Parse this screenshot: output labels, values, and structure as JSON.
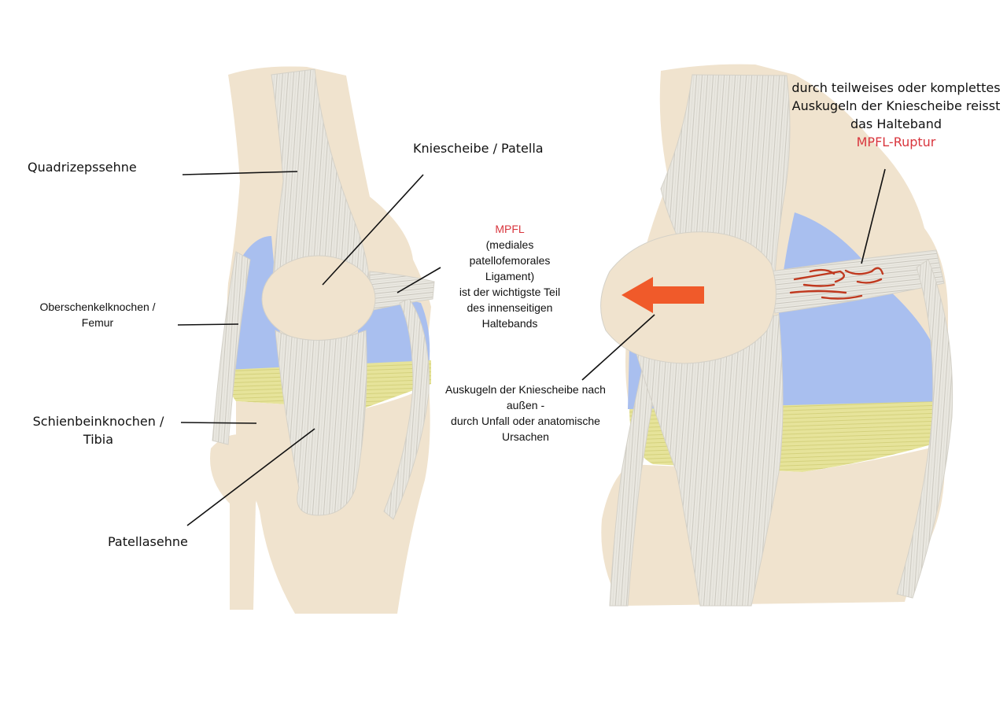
{
  "colors": {
    "bone": "#f0e3ce",
    "ligament": "#e8e6df",
    "fiber": "#c9c6bd",
    "cartilage": "#a9bfef",
    "meniscus": "#e6e39a",
    "accent_red": "#d9363e",
    "arrow": "#f05a2a",
    "rupture": "#c0391f",
    "leader_line": "#111111"
  },
  "labels": {
    "quadriceps": "Quadrizepssehne",
    "femur_line1": "Oberschenkelknochen /",
    "femur_line2": "Femur",
    "tibia_line1": "Schienbeinknochen /",
    "tibia_line2": "Tibia",
    "patellar_tendon": "Patellasehne",
    "patella": "Kniescheibe / Patella",
    "mpfl_title": "MPFL",
    "mpfl_line1": "(mediales",
    "mpfl_line2": "patellofemorales",
    "mpfl_line3": "Ligament)",
    "mpfl_line4": "ist der wichtigste Teil",
    "mpfl_line5": "des innenseitigen",
    "mpfl_line6": "Haltebands",
    "disloc_line1": "Auskugeln der Kniescheibe nach",
    "disloc_line2": "außen -",
    "disloc_line3": "durch Unfall oder anatomische",
    "disloc_line4": "Ursachen",
    "rupture_line1": "durch teilweises oder komplettes",
    "rupture_line2": "Auskugeln der Kniescheibe reisst",
    "rupture_line3": "das Halteband",
    "rupture_title": "MPFL-Ruptur"
  }
}
